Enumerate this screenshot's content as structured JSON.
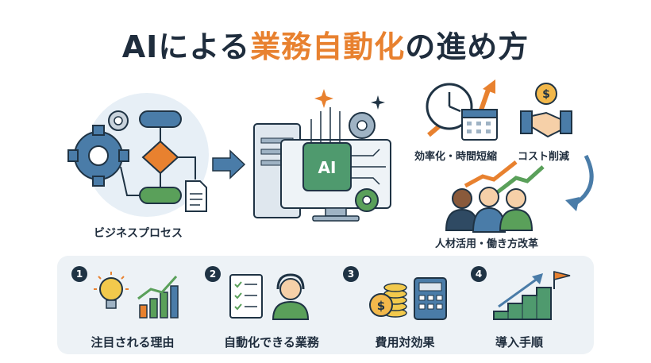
{
  "title": {
    "prefix": "AIによる",
    "highlight": "業務自動化",
    "suffix": "の進め方"
  },
  "labels": {
    "business_process": "ビジネスプロセス",
    "efficiency": "効率化・時間短縮",
    "cost_reduction": "コスト削減",
    "workforce": "人材活用・働き方改革",
    "ai_chip": "AI"
  },
  "steps": [
    {
      "num": "1",
      "label": "注目される理由"
    },
    {
      "num": "2",
      "label": "自動化できる業務"
    },
    {
      "num": "3",
      "label": "費用対効果"
    },
    {
      "num": "4",
      "label": "導入手順"
    }
  ],
  "colors": {
    "navy": "#1f3344",
    "orange": "#e8812f",
    "blue": "#4a7ca8",
    "green": "#5aa05a",
    "panel": "#edf2f6"
  }
}
